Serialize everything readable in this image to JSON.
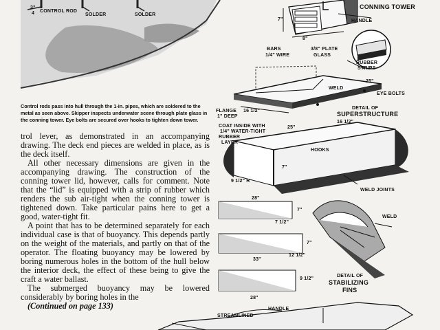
{
  "caption": "Control rods pass into hull through the 1-in. pipes, which are soldered to the metal as seen above. Skipper inspects underwater scene through plate glass in the conning tower. Eye bolts are secured over hooks to tighten down tower.",
  "paragraphs": [
    "trol lever, as demonstrated in an accompanying drawing. The deck end pieces are welded in place, as is the deck itself.",
    "All other necessary dimensions are given in the accompanying drawing. The construction of the conning tower lid, however, calls for comment. Note that the “lid” is equipped with a strip of rubber which renders the sub air-tight when the conning tower is tightened down. Take particular pains here to get a good, water-tight fit.",
    "A point that has to be determined separately for each individual case is that of buoyancy. This depends partly on the weight of the materials, and partly on that of the operator. The floating buoyancy may be lowered by boring numerous holes in the bottom of the hull below the interior deck, the effect of these being to give the craft a water ballast.",
    "The submerged buoyancy may be lowered considerably by boring holes in the"
  ],
  "continued": "(Continued on page 133)",
  "labels": {
    "control_rod_frac": "3\"",
    "control_rod_denom": "4",
    "control_rod": "CONTROL ROD",
    "solder_1": "SOLDER",
    "solder_2": "SOLDER",
    "conning_tower": "CONNING TOWER",
    "handle_top": "HANDLE",
    "dim_7": "7\"",
    "dim_8": "8\"",
    "bars_wire": "BARS",
    "bars_wire_2": "1/4\" WIRE",
    "plate_glass": "3/8\" PLATE",
    "plate_glass_2": "GLASS",
    "rubber_strips": "RUBBER",
    "rubber_strips_2": "STRIPS",
    "weld": "WELD",
    "eye_bolts": "EYE BOLTS",
    "dim_25_top": "25\"",
    "flange": "FLANGE",
    "flange_2": "1\" DEEP",
    "dim_16_half": "16 1/2\"",
    "detail_of": "DETAIL OF",
    "superstructure": "SUPERSTRUCTURE",
    "coat_inside": "COAT INSIDE WITH",
    "coat_inside_2": "1/4\" WATER-TIGHT",
    "coat_inside_3": "RUBBER",
    "coat_inside_4": "LAYER",
    "dim_25_mid": "25\"",
    "dim_16_half_mid": "16 1/2\"",
    "hooks": "HOOKS",
    "dim_7_mid": "7\"",
    "dim_9_half_r": "9 1/2\" R",
    "weld_joints": "WELD JOINTS",
    "dim_28_a": "28\"",
    "dim_7_a": "7\"",
    "dim_7_half": "7 1/2\"",
    "weld_fin": "WELD",
    "dim_7_b": "7\"",
    "dim_33": "33\"",
    "dim_12_half": "12 1/2\"",
    "dim_9_half": "9 1/2\"",
    "detail_of_fins": "DETAIL OF",
    "stabilizing": "STABILIZING",
    "fins": "FINS",
    "dim_28_b": "28\"",
    "handle_bottom": "HANDLE",
    "streamlined": "STREAMLINED"
  }
}
